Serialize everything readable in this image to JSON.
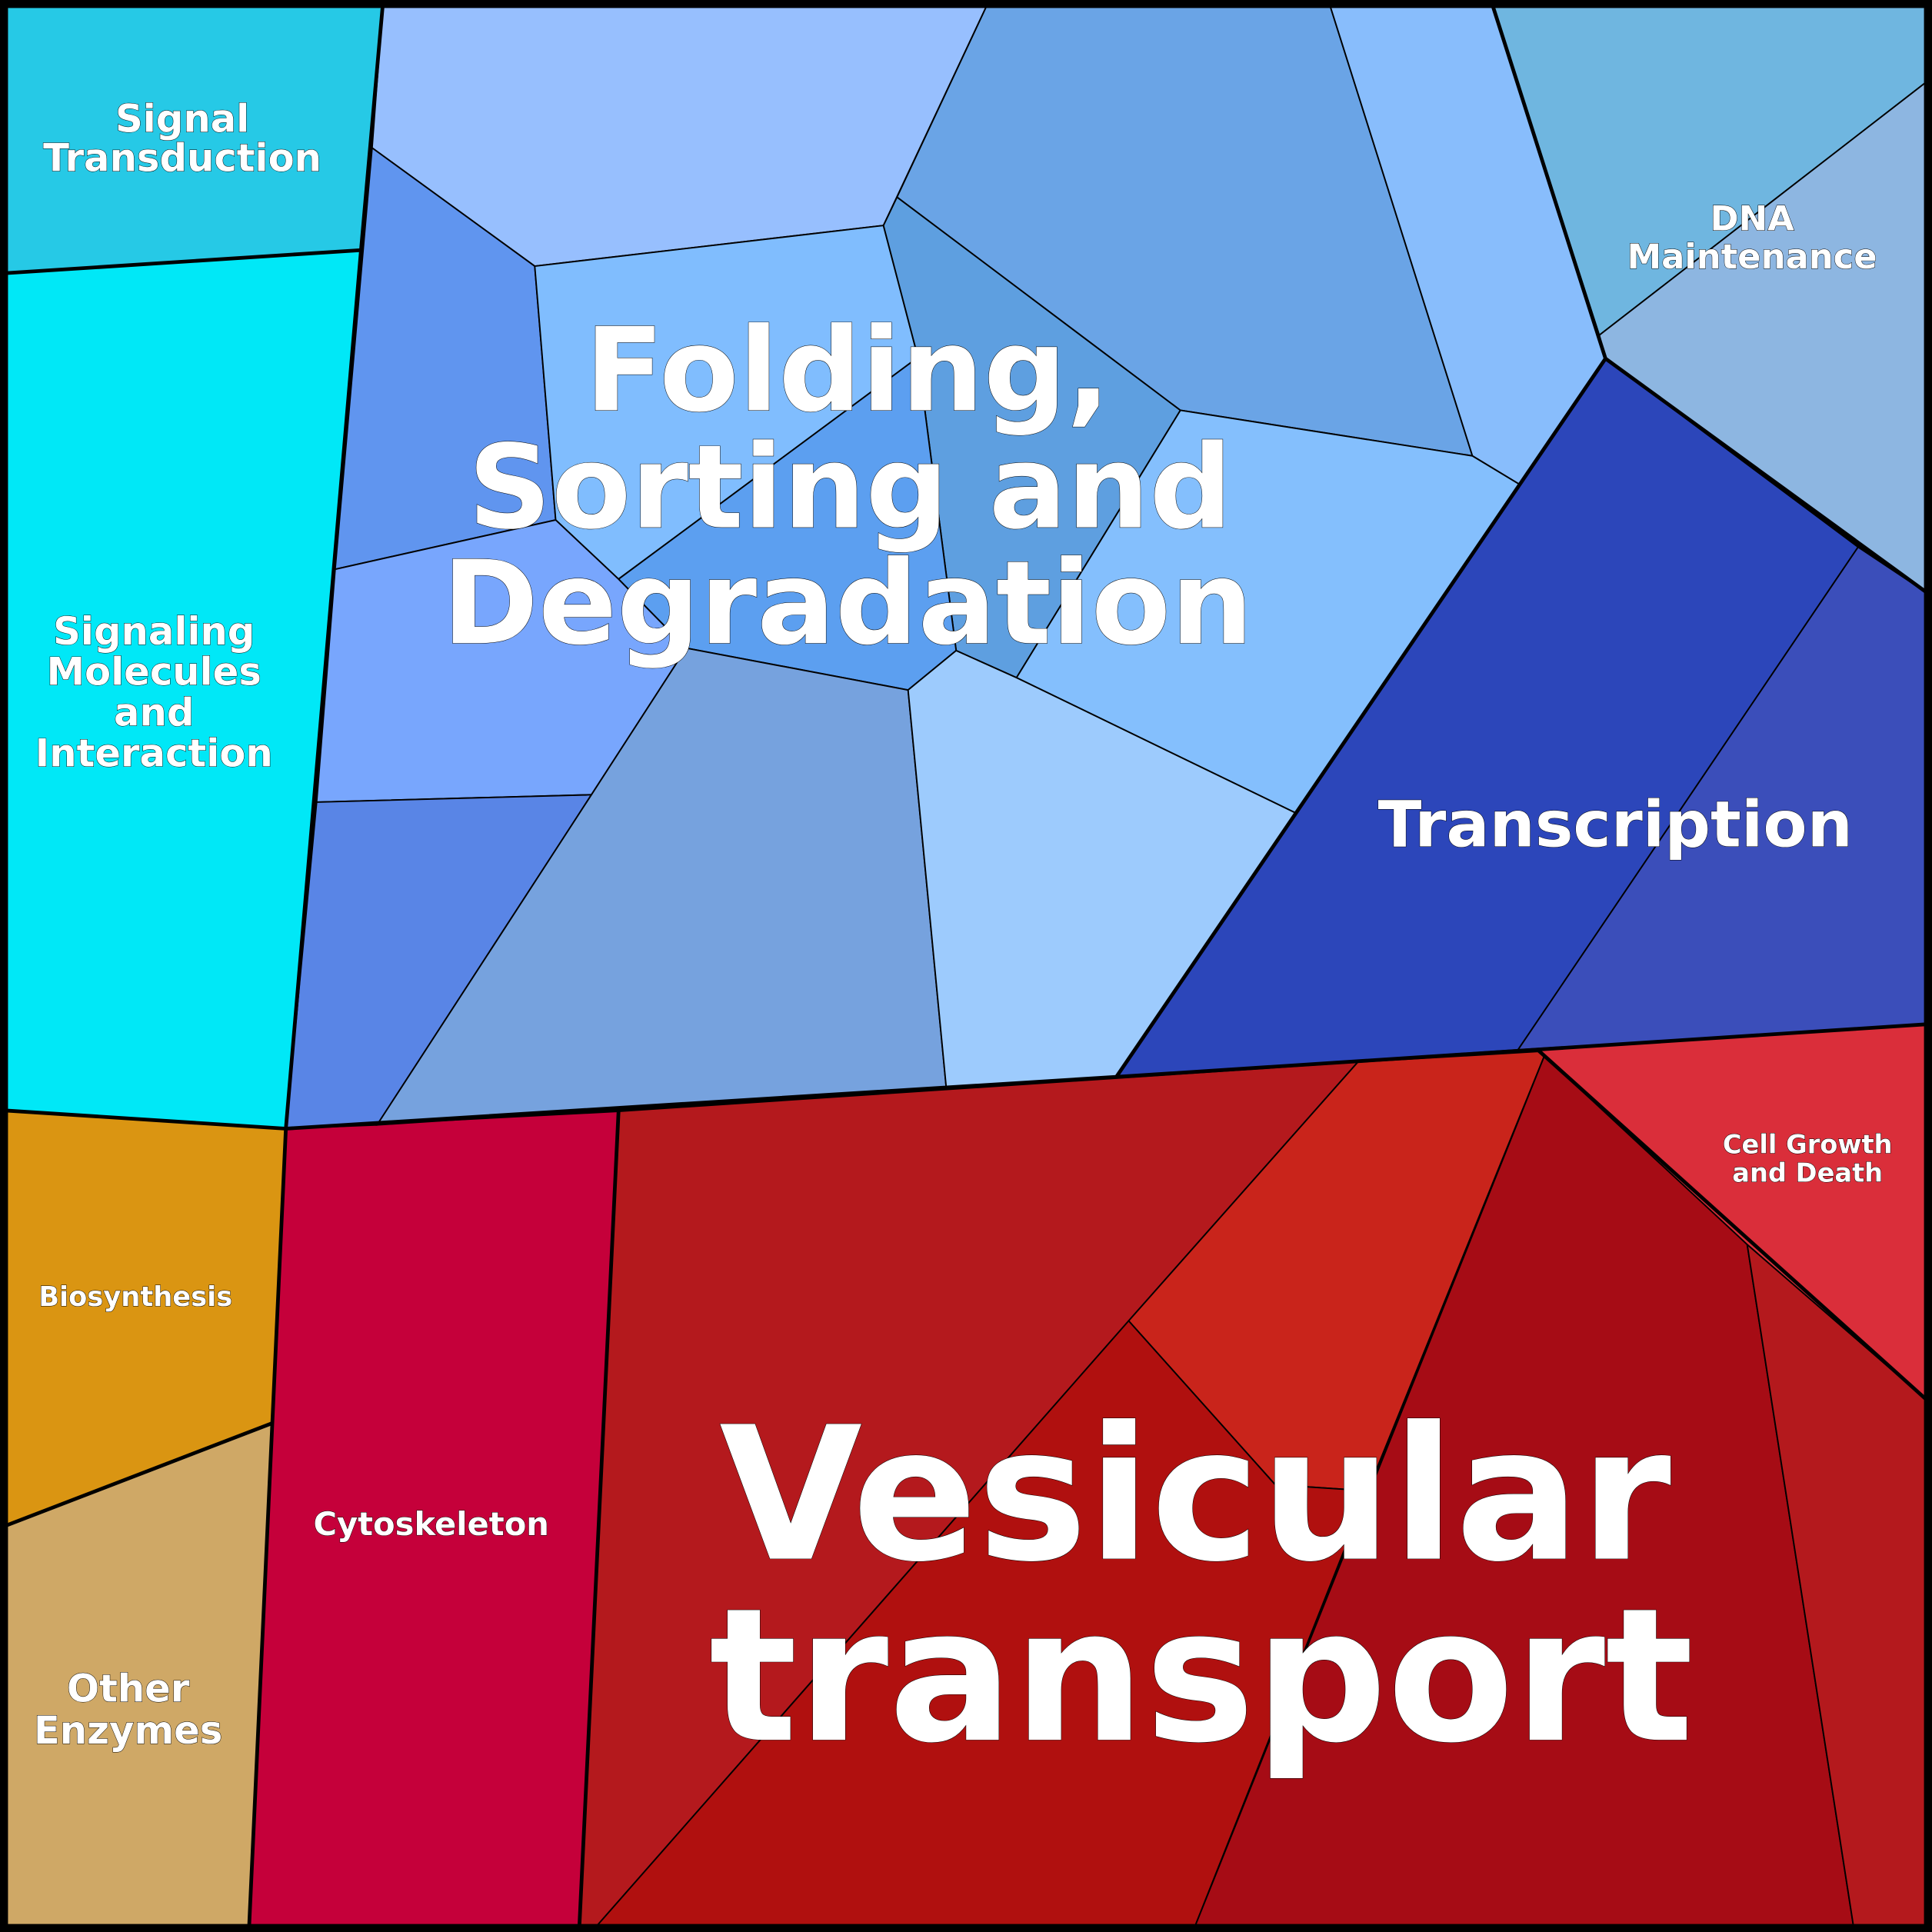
{
  "title": "Voronoi treemap of functional categories",
  "categories": [
    {
      "label": "Signal Transduction",
      "lines": [
        "Signal",
        "Transduction"
      ],
      "color": "#26c9e6"
    },
    {
      "label": "Signaling Molecules and Interaction",
      "lines": [
        "Signaling",
        "Molecules",
        "and",
        "Interaction"
      ],
      "color": "#00e8f7"
    },
    {
      "label": "Biosynthesis",
      "lines": [
        "Biosynthesis"
      ],
      "color": "#da9512"
    },
    {
      "label": "Other Enzymes",
      "lines": [
        "Other",
        "Enzymes"
      ],
      "color": "#cfa866"
    },
    {
      "label": "Cytoskeleton",
      "lines": [
        "Cytoskeleton"
      ],
      "color": "#c5003a"
    },
    {
      "label": "Vesicular transport",
      "lines": [
        "Vesicular",
        "transport"
      ],
      "color": "#b4191d"
    },
    {
      "label": "Cell Growth and Death",
      "lines": [
        "Cell Growth",
        "and Death"
      ],
      "color": "#da2e3a"
    },
    {
      "label": "Transcription",
      "lines": [
        "Transcription"
      ],
      "color": "#2c46ba"
    },
    {
      "label": "DNA Maintenance",
      "lines": [
        "DNA",
        "Maintenance"
      ],
      "color": "#8db6e1"
    },
    {
      "label": "Folding, Sorting and Degradation",
      "lines": [
        "Folding,",
        "Sorting and",
        "Degradation"
      ],
      "color": "#80bdfe"
    }
  ]
}
